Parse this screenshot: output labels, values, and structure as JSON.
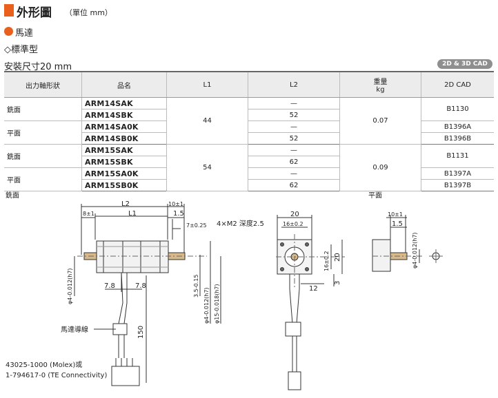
{
  "header": {
    "title": "外形圖",
    "unit": "（單位 mm）",
    "section_motor": "馬達",
    "section_type": "◇標準型",
    "mounting_size": "安裝尺寸20 mm",
    "badge": "2D & 3D CAD"
  },
  "table": {
    "columns": [
      "出力軸形狀",
      "品名",
      "L1",
      "L2",
      "重量\nkg",
      "2D CAD"
    ],
    "groups": [
      {
        "l1": "44",
        "weight": "0.07",
        "rows": [
          {
            "shape": "銑面",
            "model": "ARM14SAK",
            "l2": "—",
            "cad": "B1130"
          },
          {
            "shape": "",
            "model": "ARM14SBK",
            "l2": "52",
            "cad": ""
          },
          {
            "shape": "平面",
            "model": "ARM14SA0K",
            "l2": "—",
            "cad": "B1396A"
          },
          {
            "shape": "",
            "model": "ARM14SB0K",
            "l2": "52",
            "cad": "B1396B"
          }
        ]
      },
      {
        "l1": "54",
        "weight": "0.09",
        "rows": [
          {
            "shape": "銑面",
            "model": "ARM15SAK",
            "l2": "—",
            "cad": "B1131"
          },
          {
            "shape": "",
            "model": "ARM15SBK",
            "l2": "62",
            "cad": ""
          },
          {
            "shape": "平面",
            "model": "ARM15SA0K",
            "l2": "—",
            "cad": "B1397A"
          },
          {
            "shape": "",
            "model": "ARM15SB0K",
            "l2": "62",
            "cad": "B1397B"
          }
        ]
      }
    ]
  },
  "drawing": {
    "label_flat_milled": "銑面",
    "label_flat": "平面",
    "dims": {
      "l2": "L2",
      "l1": "L1",
      "d10": "10±1",
      "d8": "8±1",
      "d1_5": "1.5",
      "d7": "7±0.25",
      "d7_8a": "7.8",
      "d7_8b": "7.8",
      "d150": "150",
      "d3_5": "3.5-0.15",
      "shaft_dia": "φ4-0.012(h7)",
      "pilot_dia": "φ15-0.018(h7)",
      "m2": "4×M2 深度2.5",
      "d20_top": "20",
      "d16_top": "16±0.2",
      "d16_side": "16±0.2",
      "d20_side": "20",
      "d12": "12",
      "d3": "3",
      "d10b": "10±1",
      "d1_5b": "1.5",
      "shaft_dia_b": "φ4-0.012(h7)"
    },
    "lead_label": "馬達導線",
    "connector_1": "43025-1000 (Molex)或",
    "connector_2": "1-794617-0 (TE Connectivity)"
  }
}
